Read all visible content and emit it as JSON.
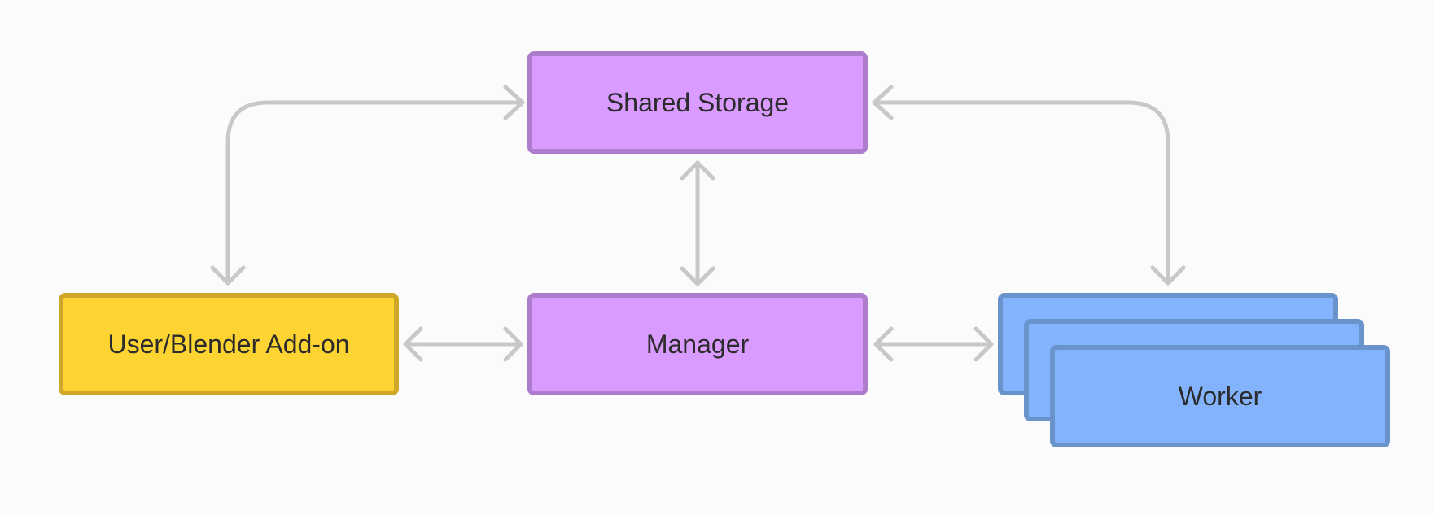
{
  "diagram": {
    "nodes": {
      "storage": {
        "label": "Shared Storage",
        "color": "#d99bff"
      },
      "manager": {
        "label": "Manager",
        "color": "#d99bff"
      },
      "user": {
        "label": "User/Blender Add-on",
        "color": "#fdd432"
      },
      "worker": {
        "label": "Worker",
        "color": "#84b3fd",
        "stacked_count": 3
      }
    },
    "connectors": [
      {
        "from": "user",
        "to": "storage",
        "direction": "both"
      },
      {
        "from": "manager",
        "to": "storage",
        "direction": "both"
      },
      {
        "from": "worker",
        "to": "storage",
        "direction": "both"
      },
      {
        "from": "user",
        "to": "manager",
        "direction": "both"
      },
      {
        "from": "manager",
        "to": "worker",
        "direction": "both"
      }
    ],
    "connector_color": "#c8c8c8"
  }
}
